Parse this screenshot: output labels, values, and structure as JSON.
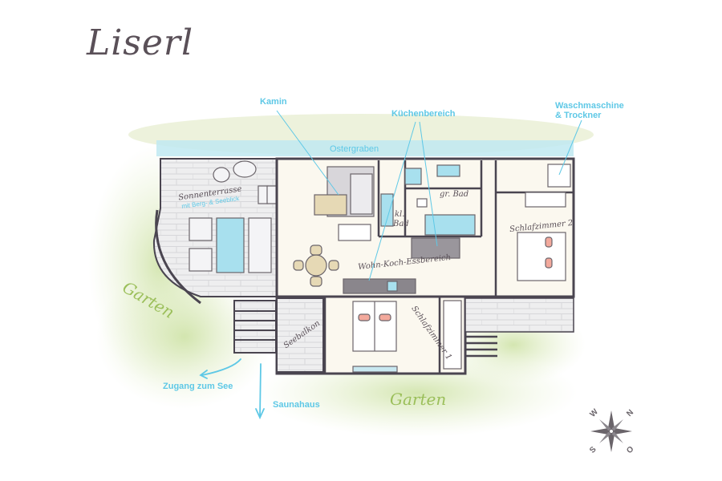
{
  "title": "Liserl",
  "callouts": {
    "kamin": "Kamin",
    "kuechenbereich": "Küchenbereich",
    "waschmaschine_line1": "Waschmaschine",
    "waschmaschine_line2": "& Trockner",
    "ostergraben": "Ostergraben",
    "zugang_see": "Zugang zum See",
    "saunahaus": "Saunahaus",
    "sonnenterrasse_sub": "mit Berg- & Seeblick"
  },
  "rooms": {
    "sonnenterrasse": "Sonnenterrasse",
    "kl_bad_line1": "kl.",
    "kl_bad_line2": "Bad",
    "gr_bad": "gr. Bad",
    "schlafzimmer2": "Schlafzimmer 2",
    "wohn_koch_essbereich": "Wohn-Koch-Essbereich",
    "seebalkon": "Seebalkon",
    "schlafzimmer1": "Schlafzimmer 1"
  },
  "garden_labels": [
    "Garten",
    "Garten"
  ],
  "compass": {
    "n": "N",
    "o": "O",
    "s": "S",
    "w": "W"
  },
  "colors": {
    "accent_blue": "#5ec8e6",
    "garden_green": "#9bbf5a",
    "wall": "#4a4550",
    "water": "#a8e0ee"
  }
}
